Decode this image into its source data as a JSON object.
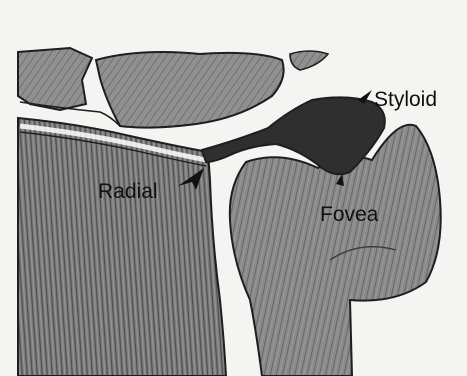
{
  "labels": {
    "styloid": "Styloid",
    "radial": "Radial",
    "fovea": "Fovea"
  },
  "colors": {
    "paper": "#f4f4f2",
    "bone_fill": "#8f8f8f",
    "bone_dark": "#6e6e6e",
    "ligament": "#2f2f2f",
    "line": "#1e1e1e"
  }
}
